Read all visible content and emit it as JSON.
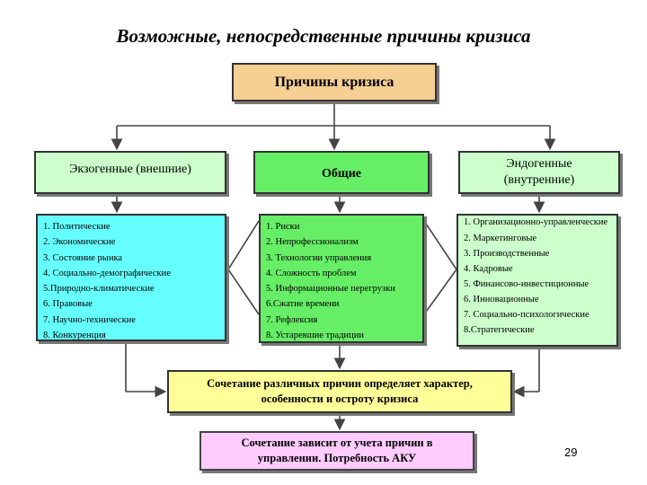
{
  "title": "Возможные, непосредственные причины кризиса",
  "root": "Причины кризиса",
  "categories": {
    "exogenous": "Экзогенные (внешние)",
    "general": "Общие",
    "endogenous_line1": "Эндогенные",
    "endogenous_line2": "(внутренние)"
  },
  "exogenous_items": [
    "1. Политические",
    "2. Экономические",
    "3. Состояние рынка",
    "4. Социально-демографические",
    "5.Природно-климатические",
    "6. Правовые",
    "7. Научно-технические",
    "8. Конкуренция"
  ],
  "general_items": [
    "1. Риски",
    "2. Непрофессионализм",
    "3. Технологии управления",
    "4. Сложность проблем",
    "5. Информационные перегрузки",
    "6.Сжатие времени",
    "7. Рефлексия",
    "8. Устаревшие традиции"
  ],
  "endogenous_items": [
    "1. Организационно-управленческие",
    "2. Маркетинговые",
    "3. Производственные",
    "4. Кадровые",
    "5. Финансово-инвестиционные",
    "6. Инновационные",
    "7. Социально-психологические",
    "8.Стратегические"
  ],
  "combination": {
    "line1": "Сочетание различных причин определяет характер,",
    "line2": "особенности и остроту кризиса"
  },
  "dependency": {
    "line1": "Сочетание зависит от учета причин в",
    "line2": "управлении. Потребность АКУ"
  },
  "page_number": "29"
}
